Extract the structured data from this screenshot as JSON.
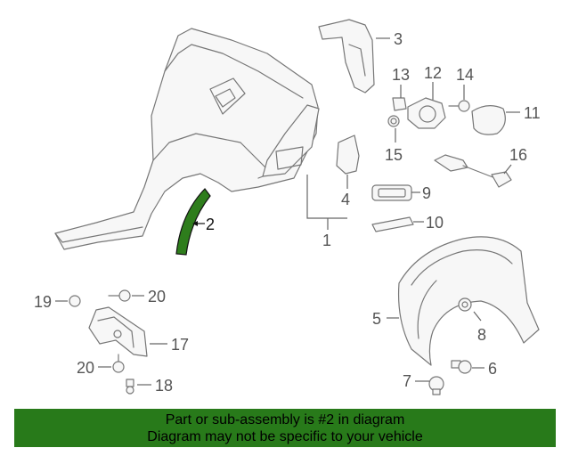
{
  "diagram": {
    "highlight_color": "#2e7d1c",
    "highlighted_part": "2",
    "callouts": [
      {
        "id": "1",
        "label": "1"
      },
      {
        "id": "2",
        "label": "2"
      },
      {
        "id": "3",
        "label": "3"
      },
      {
        "id": "4",
        "label": "4"
      },
      {
        "id": "5",
        "label": "5"
      },
      {
        "id": "6",
        "label": "6"
      },
      {
        "id": "7",
        "label": "7"
      },
      {
        "id": "8",
        "label": "8"
      },
      {
        "id": "9",
        "label": "9"
      },
      {
        "id": "10",
        "label": "10"
      },
      {
        "id": "11",
        "label": "11"
      },
      {
        "id": "12",
        "label": "12"
      },
      {
        "id": "13",
        "label": "13"
      },
      {
        "id": "14",
        "label": "14"
      },
      {
        "id": "15",
        "label": "15"
      },
      {
        "id": "16",
        "label": "16"
      },
      {
        "id": "17",
        "label": "17"
      },
      {
        "id": "18",
        "label": "18"
      },
      {
        "id": "19",
        "label": "19"
      },
      {
        "id": "20a",
        "label": "20"
      },
      {
        "id": "20b",
        "label": "20"
      }
    ]
  },
  "banner": {
    "background": "#287a1a",
    "line1": "Part or sub-assembly is #2 in diagram",
    "line2": "Diagram may not be specific to your vehicle"
  }
}
